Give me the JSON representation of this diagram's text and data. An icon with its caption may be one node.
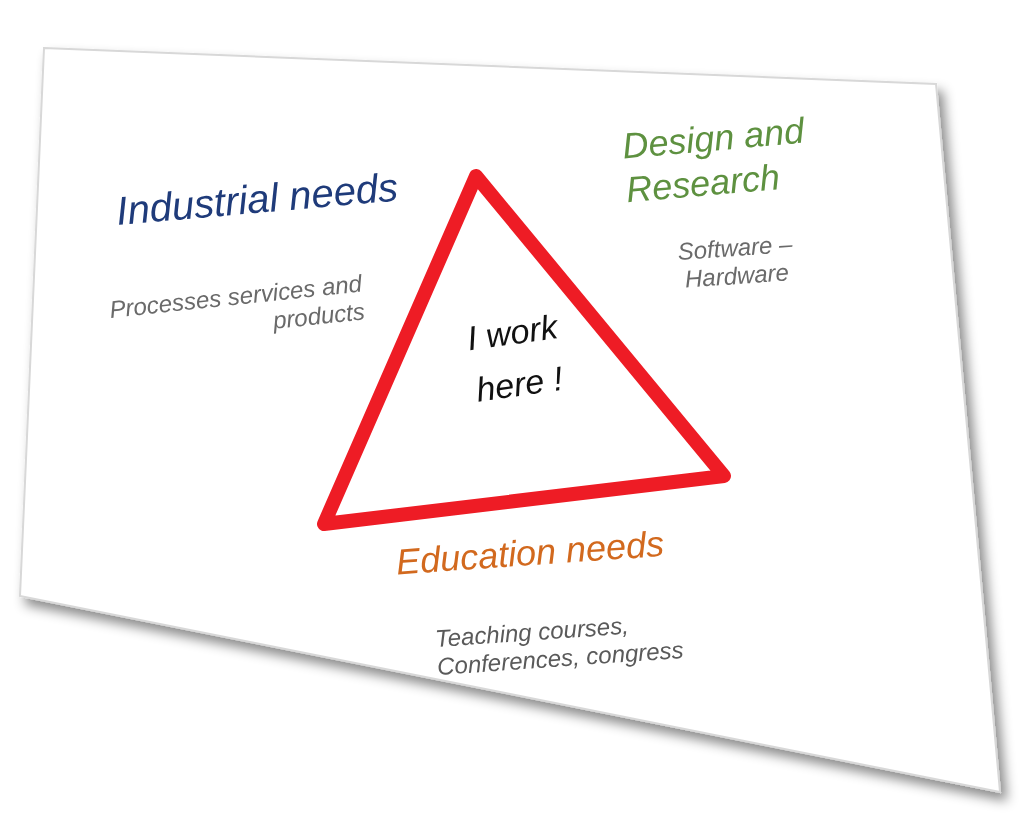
{
  "diagram": {
    "nodes": [
      {
        "text": [
          "I work here !"
        ]
      }
    ],
    "edges": [],
    "labels": [
      "Industrial needs",
      "Processes services and products",
      "Design and Research",
      "Software – Hardware",
      "Education needs",
      "Teaching courses, Conferences, congress"
    ]
  }
}
